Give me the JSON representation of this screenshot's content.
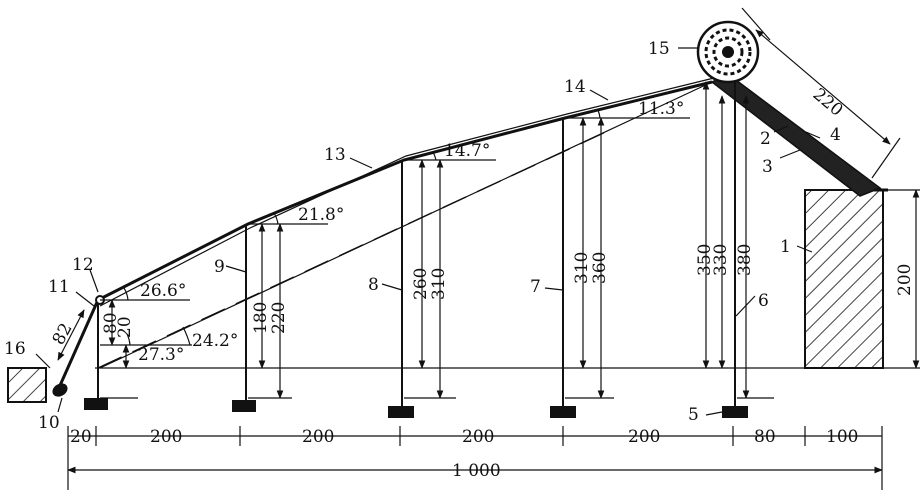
{
  "part_numbers": [
    "1",
    "2",
    "3",
    "4",
    "5",
    "6",
    "7",
    "8",
    "9",
    "10",
    "11",
    "12",
    "13",
    "14",
    "15",
    "16"
  ],
  "angles": [
    "26.6°",
    "27.3°",
    "24.2°",
    "21.8°",
    "14.7°",
    "11.3°"
  ],
  "heights": [
    "80",
    "20",
    "180",
    "220",
    "260",
    "310",
    "310",
    "360",
    "350",
    "330",
    "380",
    "200",
    "220",
    "82"
  ],
  "spans": [
    "20",
    "200",
    "200",
    "200",
    "200",
    "80",
    "100"
  ],
  "total": "1 000"
}
